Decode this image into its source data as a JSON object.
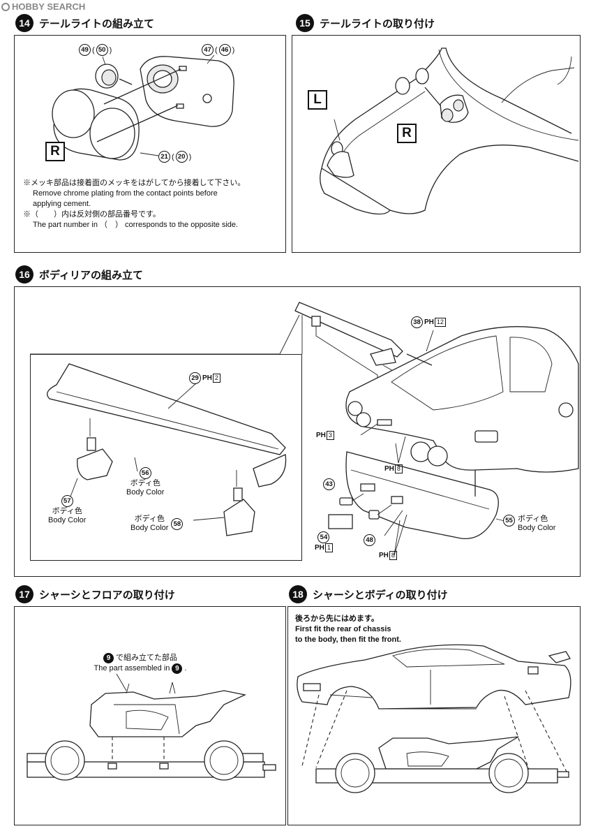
{
  "watermark": {
    "text": "HOBBY SEARCH"
  },
  "steps": [
    {
      "num": "14",
      "title": "テールライトの組み立て"
    },
    {
      "num": "15",
      "title": "テールライトの取り付け"
    },
    {
      "num": "16",
      "title": "ボディリアの組み立て"
    },
    {
      "num": "17",
      "title": "シャーシとフロアの取り付け"
    },
    {
      "num": "18",
      "title": "シャーシとボディの取り付け"
    }
  ],
  "step14": {
    "parts": {
      "p49": "49",
      "p50": "50",
      "p47": "47",
      "p46": "46",
      "p21": "21",
      "p20": "20"
    },
    "side": "R",
    "notes": {
      "line1": "※メッキ部品は接着面のメッキをはがしてから接着して下さい。",
      "line2": "Remove chrome plating from the contact points before",
      "line3": "applying cement.",
      "line4": "※（　　）内は反対側の部品番号です。",
      "line5": "The part number in （　） corresponds to the opposite side."
    }
  },
  "step15": {
    "left": "L",
    "right": "R"
  },
  "step16": {
    "p29": "29",
    "ph29": "2",
    "p56": "56",
    "p56_ja": "ボディ色",
    "p56_en": "Body Color",
    "p57": "57",
    "p57_ja": "ボディ色",
    "p57_en": "Body Color",
    "p58": "58",
    "p58_ja": "ボディ色",
    "p58_en": "Body Color",
    "p38": "38",
    "ph38": "12",
    "ph3": "3",
    "ph8a": "8",
    "p43": "43",
    "p55": "55",
    "p55_ja": "ボディ色",
    "p55_en": "Body Color",
    "p54": "54",
    "ph1": "1",
    "p48": "48",
    "ph8b": "8",
    "ph_prefix": "PH"
  },
  "step17": {
    "p9": "9",
    "ja": "で組み立てた部品",
    "en": "The part assembled in"
  },
  "step18": {
    "ja": "後ろから先にはめます。",
    "en1": "First fit the rear of chassis",
    "en2": "to the body, then fit the front."
  }
}
